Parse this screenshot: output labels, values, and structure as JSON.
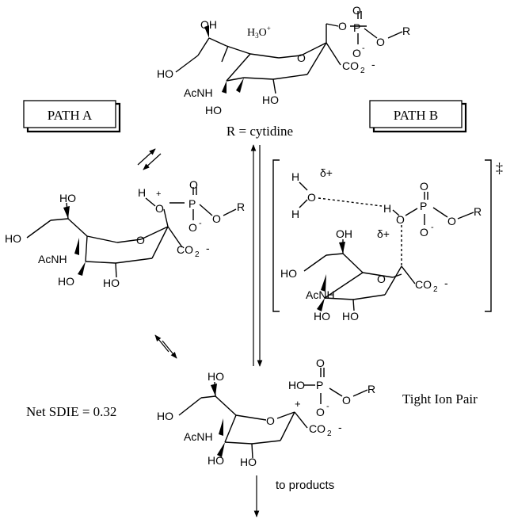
{
  "labels": {
    "path_a": "PATH A",
    "path_b": "PATH B",
    "r_def": "R = cytidine",
    "net_sdie": "Net SDIE = 0.32",
    "tight_ion_pair": "Tight Ion Pair",
    "to_products": "to products",
    "h3o": "H",
    "h3o_sub": "3",
    "h3o_base": "O",
    "h3o_sup": "+",
    "double_dagger": "‡"
  },
  "atoms": {
    "HO": "HO",
    "OH": "OH",
    "AcNH": "AcNH",
    "O": "O",
    "P": "P",
    "R": "R",
    "H": "H",
    "CO2": "CO",
    "two": "2",
    "minus": "-",
    "plus": "+",
    "delta_plus": "δ+"
  },
  "colors": {
    "ink": "#000000",
    "background": "#ffffff"
  }
}
